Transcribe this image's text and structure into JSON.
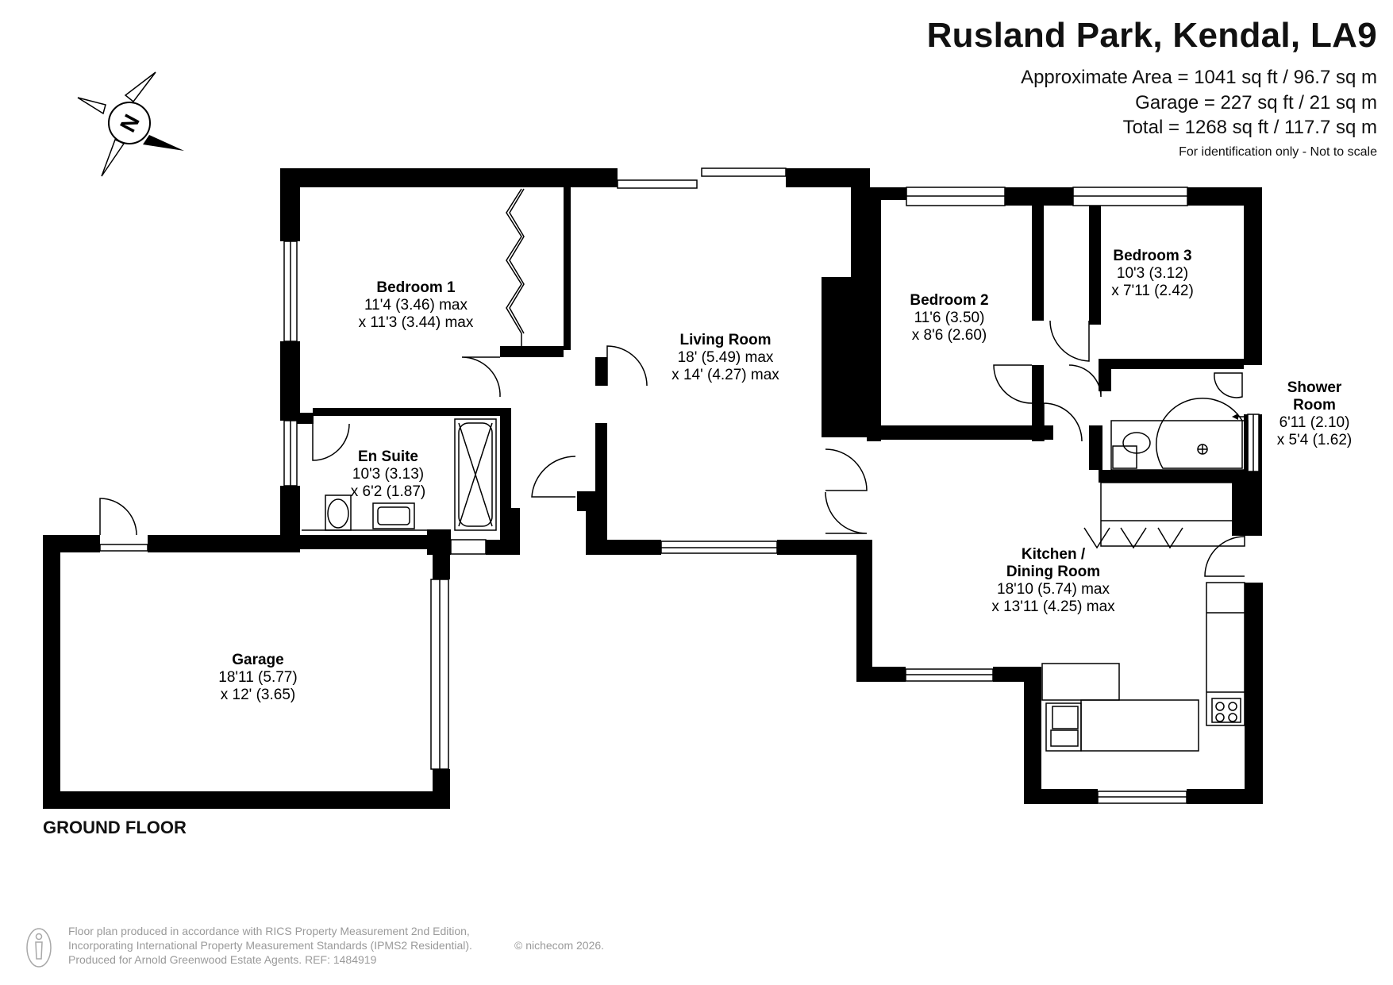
{
  "header": {
    "title": "Rusland Park, Kendal, LA9",
    "approx_area": "Approximate Area = 1041 sq ft / 96.7 sq m",
    "garage_area": "Garage = 227 sq ft / 21 sq m",
    "total_area": "Total = 1268 sq ft / 117.7 sq m",
    "disclaimer": "For identification only - Not to scale"
  },
  "compass": {
    "label": "N"
  },
  "rooms": {
    "bedroom1": {
      "name": "Bedroom 1",
      "dim1": "11'4 (3.46) max",
      "dim2": "x 11'3 (3.44) max"
    },
    "living": {
      "name": "Living Room",
      "dim1": "18' (5.49) max",
      "dim2": "x 14' (4.27) max"
    },
    "bedroom2": {
      "name": "Bedroom 2",
      "dim1": "11'6 (3.50)",
      "dim2": "x 8'6 (2.60)"
    },
    "bedroom3": {
      "name": "Bedroom 3",
      "dim1": "10'3 (3.12)",
      "dim2": "x 7'11 (2.42)"
    },
    "shower": {
      "name1": "Shower",
      "name2": "Room",
      "dim1": "6'11 (2.10)",
      "dim2": "x 5'4 (1.62)"
    },
    "ensuite": {
      "name": "En Suite",
      "dim1": "10'3 (3.13)",
      "dim2": "x 6'2 (1.87)"
    },
    "kitchen": {
      "name1": "Kitchen /",
      "name2": "Dining Room",
      "dim1": "18'10 (5.74) max",
      "dim2": "x 13'11 (4.25) max"
    },
    "garage": {
      "name": "Garage",
      "dim1": "18'11 (5.77)",
      "dim2": "x 12' (3.65)"
    }
  },
  "floor_label": "GROUND FLOOR",
  "footer": {
    "line1": "Floor plan produced in accordance with RICS Property Measurement 2nd Edition,",
    "line2": "Incorporating International Property Measurement Standards (IPMS2 Residential).",
    "copyright": "© nichecom 2026.",
    "line3": "Produced for Arnold Greenwood Estate Agents.  REF:  1484919"
  }
}
